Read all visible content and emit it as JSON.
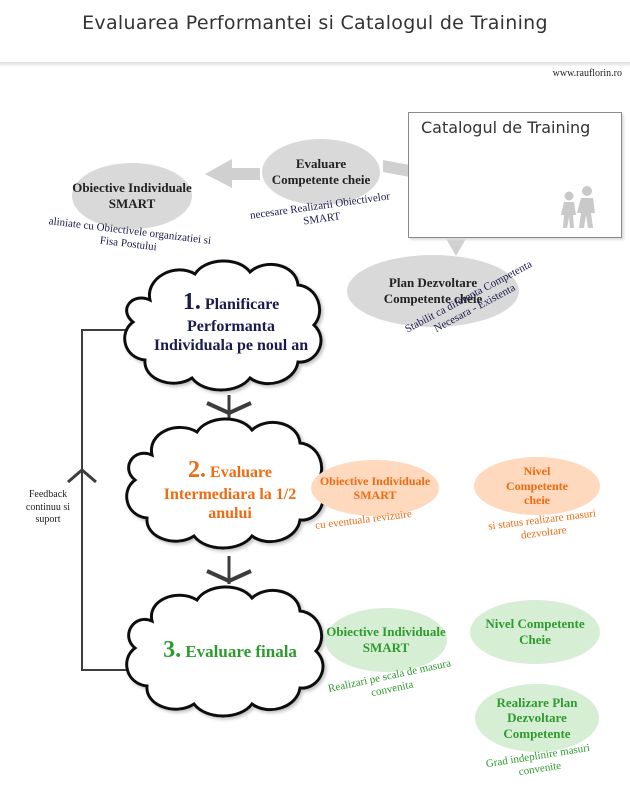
{
  "header": {
    "title": "Evaluarea Performantei si Catalogul de Training",
    "website": "www.rauflorin.ro"
  },
  "catalog": {
    "title": "Catalogul de Training",
    "icon": "people-walking-icon"
  },
  "top_cycle": {
    "objectives": {
      "label": "Obiective Individuale SMART",
      "note": "aliniate cu Obiectivele organizatiei si Fisa Postului"
    },
    "competences": {
      "label": "Evaluare Competente cheie",
      "note": "necesare Realizarii Obiectivelor SMART"
    },
    "plan": {
      "label": "Plan Dezvoltare Competente cheie",
      "note": "Stabilit ca diferenta Competenta Necesara - Existenta"
    }
  },
  "steps": [
    {
      "number": "1.",
      "label": "Planificare Performanta Individuala pe noul an",
      "color": "#1a1a4e"
    },
    {
      "number": "2.",
      "label": "Evaluare Intermediara la 1/2 anului",
      "color": "#ef6b12",
      "bubbles": [
        {
          "label": "Obiective Individuale SMART",
          "note": "cu eventuala revizuire"
        },
        {
          "label": "Nivel Competente cheie",
          "note": "si status realizare masuri dezvoltare"
        }
      ]
    },
    {
      "number": "3.",
      "label": "Evaluare finala",
      "color": "#2f9a2f",
      "bubbles": [
        {
          "label": "Obiective Individuale SMART",
          "note": "Realizari pe scala de masura convenita"
        },
        {
          "label": "Nivel Competente Cheie",
          "note": ""
        },
        {
          "label": "Realizare Plan Dezvoltare Competente",
          "note": "Grad indeplinire masuri convenite"
        }
      ]
    }
  ],
  "feedback": {
    "label": "Feedback continuu si suport"
  },
  "colors": {
    "grey": "#d9d9d9",
    "orange": "#ffd9be",
    "green": "#d6eed4",
    "arrow": "#3d3d3d"
  }
}
